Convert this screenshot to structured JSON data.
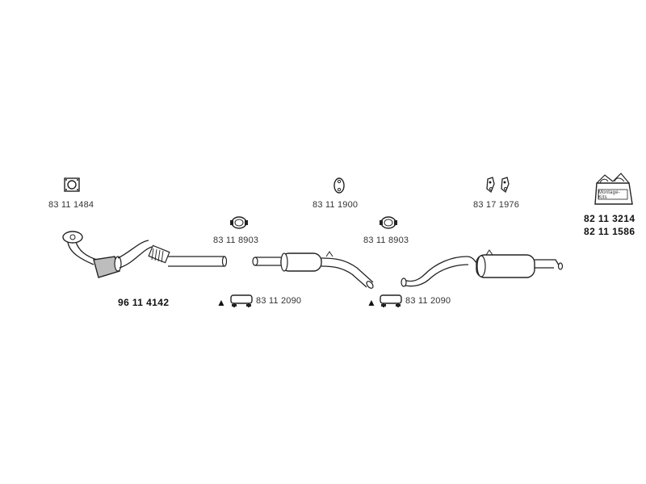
{
  "labels": {
    "gasket_square": "83 11 1484",
    "hanger_center": "83 11 1900",
    "hanger_pair": "83 17 1976",
    "clamp_left": "83 11 8903",
    "clamp_right": "83 11 8903",
    "downpipe_cat": "96 11 4142",
    "u_clamp_left": "83 11 2090",
    "u_clamp_right": "83 11 2090",
    "kit_1": "82 11 3214",
    "kit_2": "82 11 1586"
  },
  "kit_box_text": "Montage-\nKits",
  "warning_symbol": "▲",
  "colors": {
    "stroke": "#222222",
    "fill": "#ffffff",
    "shade": "#bdbdbd"
  }
}
